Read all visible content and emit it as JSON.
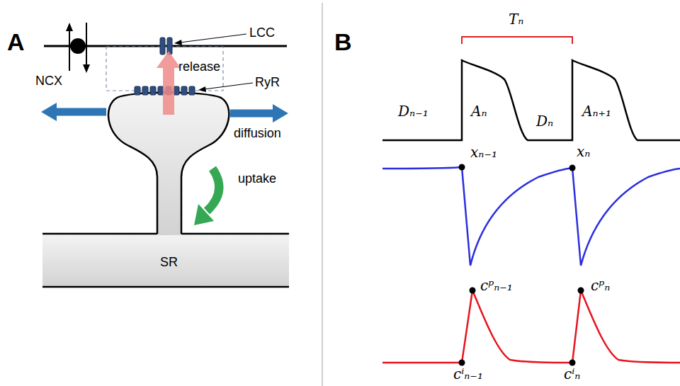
{
  "diagram": {
    "labels": [
      "A",
      "NCX",
      "LCC",
      "release",
      "RyR",
      "diffusion",
      "uptake",
      "SR",
      "B",
      "Tₙ",
      "Dₙ₋₁",
      "Aₙ",
      "Dₙ",
      "Aₙ₊₁",
      "xₙ₋₁",
      "xₙ",
      "cᵖₙ₋₁",
      "cᵖₙ",
      "cⁱₙ₋₁",
      "cⁱₙ"
    ]
  }
}
